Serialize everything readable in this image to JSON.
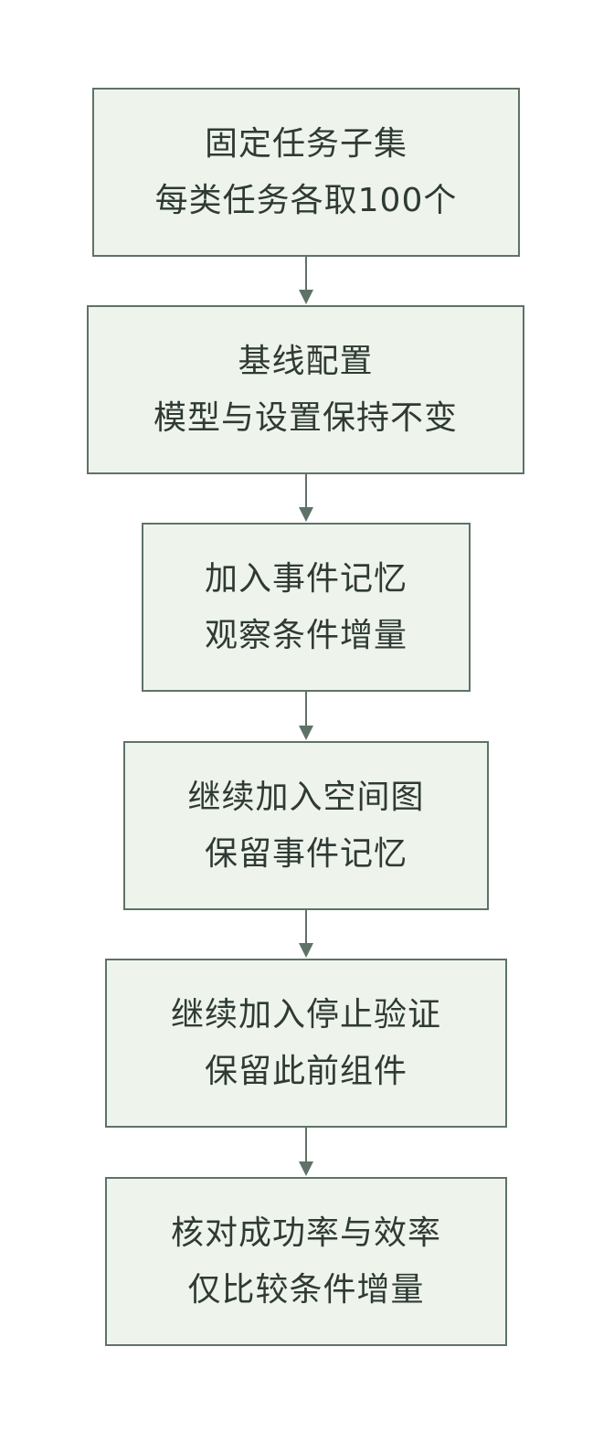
{
  "steps": [
    {
      "line1": "固定任务子集",
      "line2": "每类任务各取100个"
    },
    {
      "line1": "基线配置",
      "line2": "模型与设置保持不变"
    },
    {
      "line1": "加入事件记忆",
      "line2": "观察条件增量"
    },
    {
      "line1": "继续加入空间图",
      "line2": "保留事件记忆"
    },
    {
      "line1": "继续加入停止验证",
      "line2": "保留此前组件"
    },
    {
      "line1": "核对成功率与效率",
      "line2": "仅比较条件增量"
    }
  ],
  "colors": {
    "box_fill": "#eef4ec",
    "box_border": "#5f7268",
    "text": "#2f3a34",
    "arrow": "#5f7268"
  }
}
